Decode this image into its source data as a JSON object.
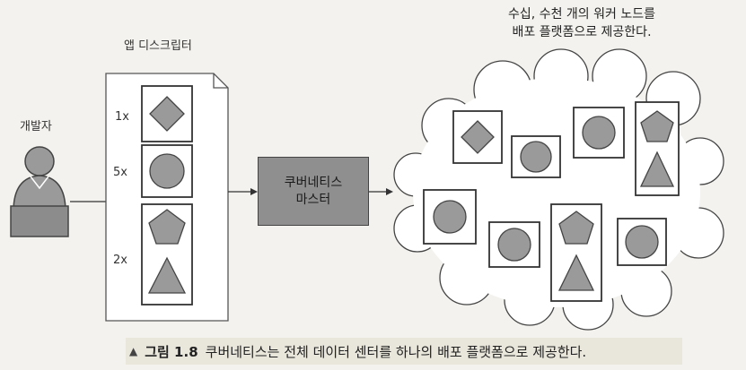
{
  "developer_label": "개발자",
  "app_descriptor_label": "앱 디스크립터",
  "counts": [
    "1x",
    "5x",
    "2x"
  ],
  "master": {
    "line1": "쿠버네티스",
    "line2": "마스터"
  },
  "worker_note": {
    "line1": "수십, 수천 개의 워커 노드를",
    "line2": "배포 플랫폼으로 제공한다."
  },
  "caption": {
    "marker": "▲",
    "figure": "그림 1.8",
    "text": "쿠버네티스는 전체 데이터 센터를 하나의 배포 플랫폼으로 제공한다."
  },
  "colors": {
    "shape_fill": "#9a9a9a",
    "shape_stroke": "#444444",
    "master_fill": "#8f8f8f",
    "cloud_fill": "#ffffff"
  }
}
